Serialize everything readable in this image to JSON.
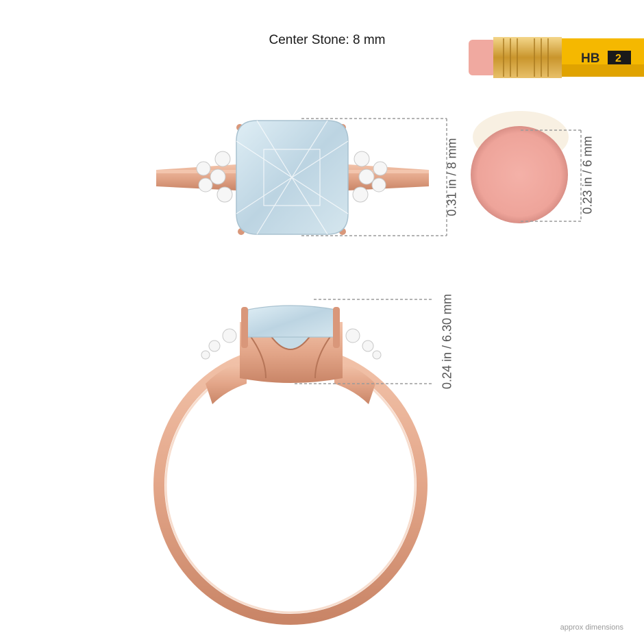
{
  "header": {
    "title": "Center Stone: 8 mm"
  },
  "pencil": {
    "grade": "HB",
    "number": "2"
  },
  "dimensions": {
    "top_view_width": "0.31 in / 8 mm",
    "eraser_diameter": "0.23 in / 6 mm",
    "side_view_height": "0.24 in / 6.30 mm"
  },
  "footer": {
    "note": "approx dimensions"
  },
  "colors": {
    "rose_gold": "#e3a689",
    "rose_gold_dark": "#c98567",
    "aquamarine": "#c9dde8",
    "eraser_pink": "#f0aaa1",
    "pencil_yellow": "#f5b800",
    "ferrule_gold": "#d9aa3c"
  }
}
